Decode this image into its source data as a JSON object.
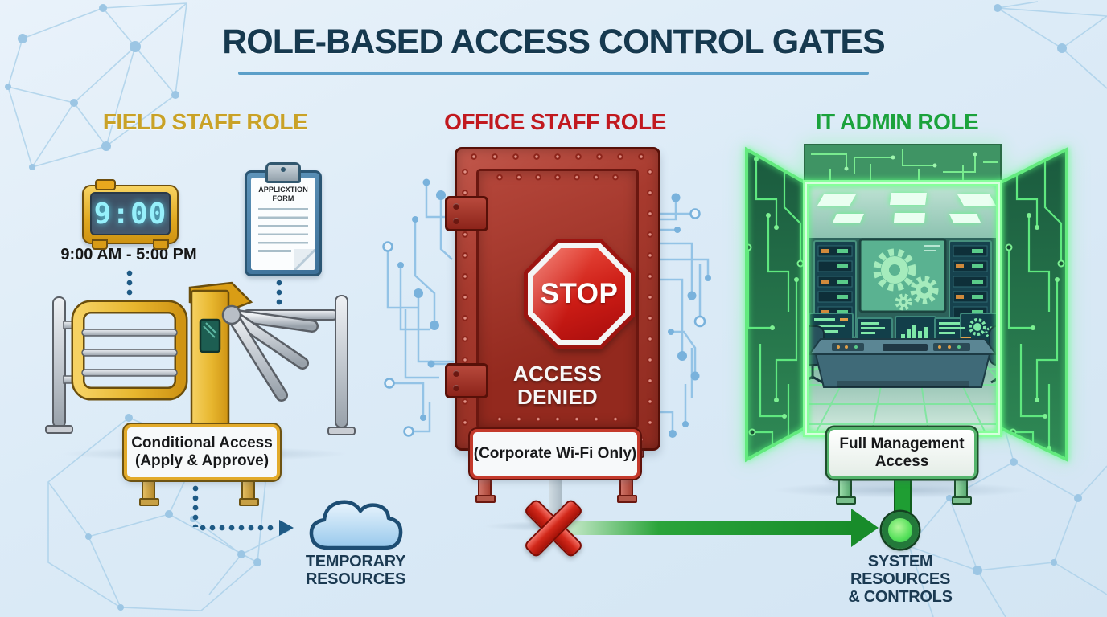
{
  "title": "ROLE-BASED ACCESS CONTROL GATES",
  "columns": {
    "field": {
      "header": "FIELD STAFF ROLE",
      "clock": {
        "display": "9:00",
        "hours": "9:00 AM - 5:00 PM"
      },
      "form": {
        "line1": "APPLICXTION",
        "line2": "FORM"
      },
      "gate_sign": {
        "line1": "Conditional Access",
        "line2": "(Apply & Approve)"
      },
      "resource": {
        "line1": "TEMPORARY",
        "line2": "RESOURCES"
      }
    },
    "office": {
      "header": "OFFICE STAFF ROLE",
      "door": {
        "stop": "STOP",
        "denied_line1": "ACCESS",
        "denied_line2": "DENIED"
      },
      "gate_sign": {
        "text": "(Corporate Wi-Fi Only)"
      }
    },
    "admin": {
      "header": "IT ADMIN ROLE",
      "gate_sign": {
        "line1": "Full Management",
        "line2": "Access"
      },
      "resource": {
        "line1": "SYSTEM RESOURCES",
        "line2": "& CONTROLS"
      }
    }
  },
  "icons": {
    "field_schedule": "digital-clock-icon",
    "field_form": "clipboard-icon",
    "field_gate": "turnstile-icon",
    "field_resource": "cloud-icon",
    "office_gate": "vault-door-icon",
    "office_stop": "stop-sign-icon",
    "office_deny": "x-mark-icon",
    "allow_flow": "green-arrow-icon",
    "admin_gate": "server-room-doors-icon",
    "admin_resource": "access-node-icon"
  },
  "colors": {
    "background": "#dcebf7",
    "title_text": "#16394f",
    "title_underline": "#5b9fc9",
    "field_accent": "#c9a227",
    "office_accent": "#c1191f",
    "admin_accent": "#1ba23c",
    "label_text": "#1b3a52",
    "arrow_green": "#188c2a",
    "x_red": "#d2281a",
    "network_lines": "#a9cfe9",
    "glow_green": "#58ff7d"
  }
}
